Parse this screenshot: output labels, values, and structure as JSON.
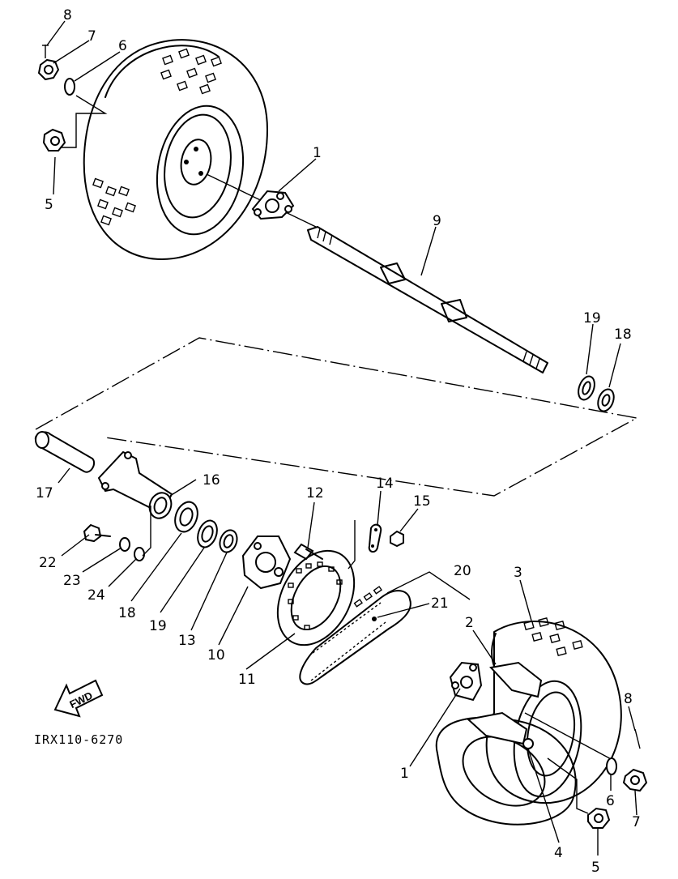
{
  "figure": {
    "caption": "IRX110-6270",
    "fwd_label": "FWD"
  },
  "callouts": {
    "n1a": "1",
    "n1b": "1",
    "n2": "2",
    "n3": "3",
    "n4": "4",
    "n5a": "5",
    "n5b": "5",
    "n6a": "6",
    "n6b": "6",
    "n7a": "7",
    "n7b": "7",
    "n8a": "8",
    "n8b": "8",
    "n9": "9",
    "n10": "10",
    "n11": "11",
    "n12": "12",
    "n13": "13",
    "n14": "14",
    "n15": "15",
    "n16": "16",
    "n17": "17",
    "n18a": "18",
    "n18b": "18",
    "n19a": "19",
    "n19b": "19",
    "n20": "20",
    "n21": "21",
    "n22": "22",
    "n23": "23",
    "n24": "24"
  }
}
